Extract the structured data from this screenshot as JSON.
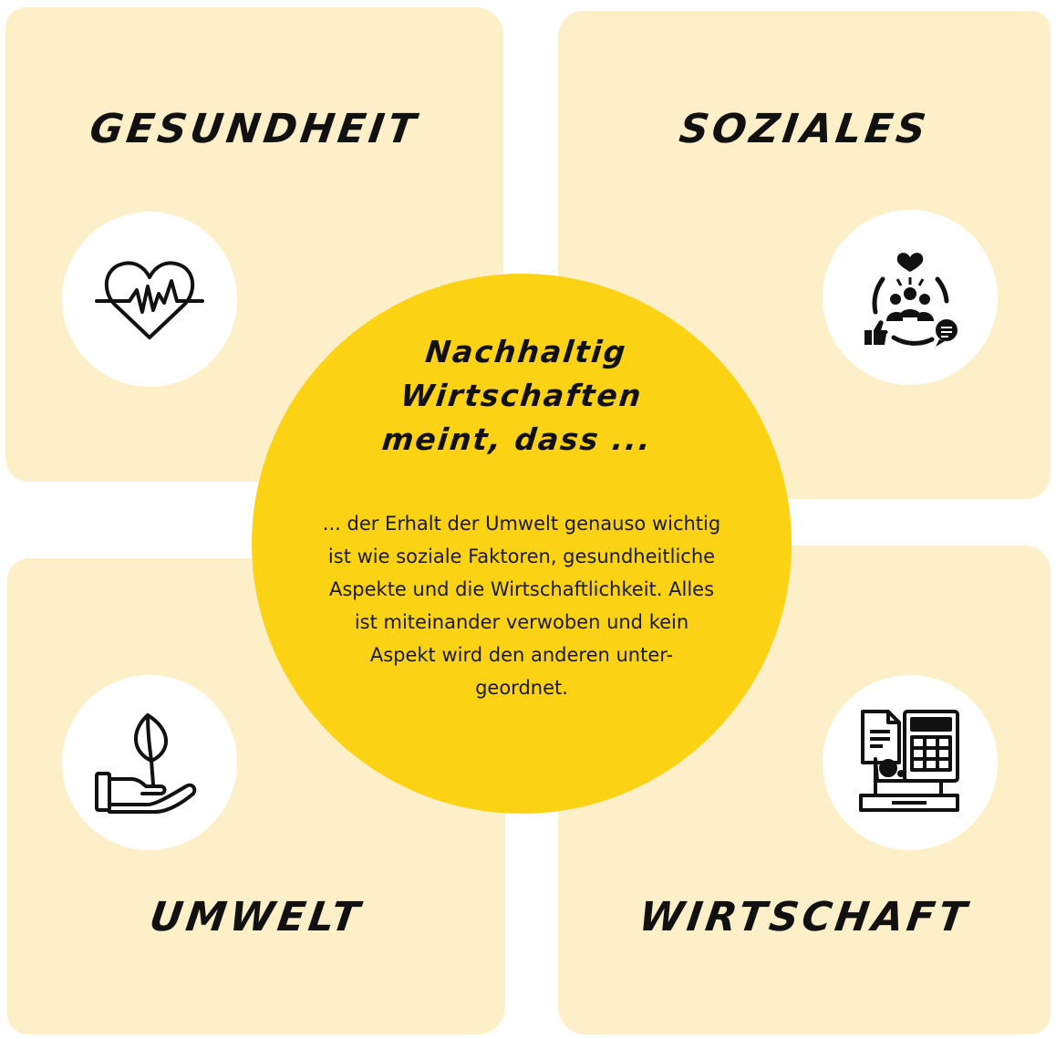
{
  "quadrants": {
    "health": {
      "title": "GESUNDHEIT",
      "icon": "heartbeat-icon"
    },
    "social": {
      "title": "SOZIALES",
      "icon": "community-icon"
    },
    "environment": {
      "title": "UMWELT",
      "icon": "hand-leaf-icon"
    },
    "economy": {
      "title": "WIRTSCHAFT",
      "icon": "finance-calculator-icon"
    }
  },
  "center": {
    "heading_lines": [
      "Nachhaltig",
      "Wirtschaften",
      "meint, dass ..."
    ],
    "body_lines": [
      "... der Erhalt der Umwelt genauso wichtig",
      "ist wie soziale Faktoren, gesundheitliche",
      "Aspekte und die Wirtschaftlichkeit. Alles",
      "ist miteinander verwoben und kein",
      "Aspekt wird den anderen unter-",
      "geordnet."
    ]
  },
  "colors": {
    "panel": "#fdf0c8",
    "center_circle": "#fcd215",
    "icon_circle": "#ffffff",
    "ink": "#111111"
  }
}
